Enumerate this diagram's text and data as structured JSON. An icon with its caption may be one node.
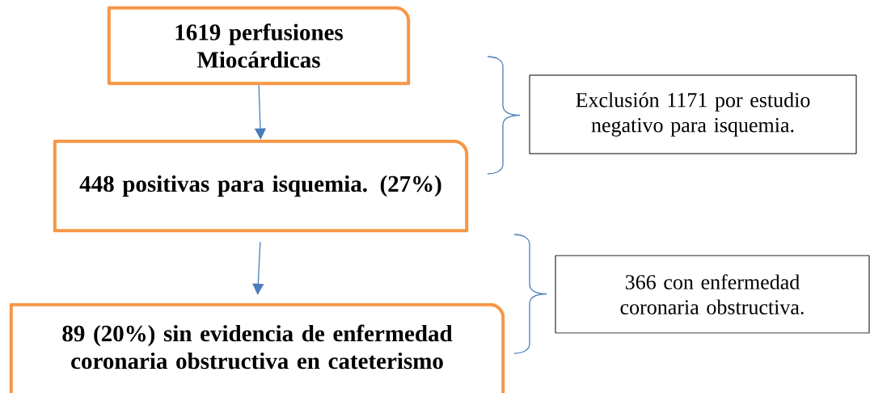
{
  "diagram": {
    "nodes": [
      {
        "text": [
          "1619 perfusiones Miocárdicas"
        ]
      },
      {
        "text": [
          "448 positivas para isquemia. (27%)"
        ]
      },
      {
        "text": [
          "89 (20%) sin evidencia de enfermedad coronaria obstructiva en cateterismo"
        ]
      },
      {
        "text": [
          "Exclusión 1171 por estudio negativo para isquemia."
        ]
      },
      {
        "text": [
          "366 con enfermedad coronaria obstructiva."
        ]
      }
    ],
    "edges": [
      {
        "from": 0,
        "to": 1,
        "arrow": "to"
      },
      {
        "from": 1,
        "to": 2,
        "arrow": "to"
      }
    ]
  }
}
